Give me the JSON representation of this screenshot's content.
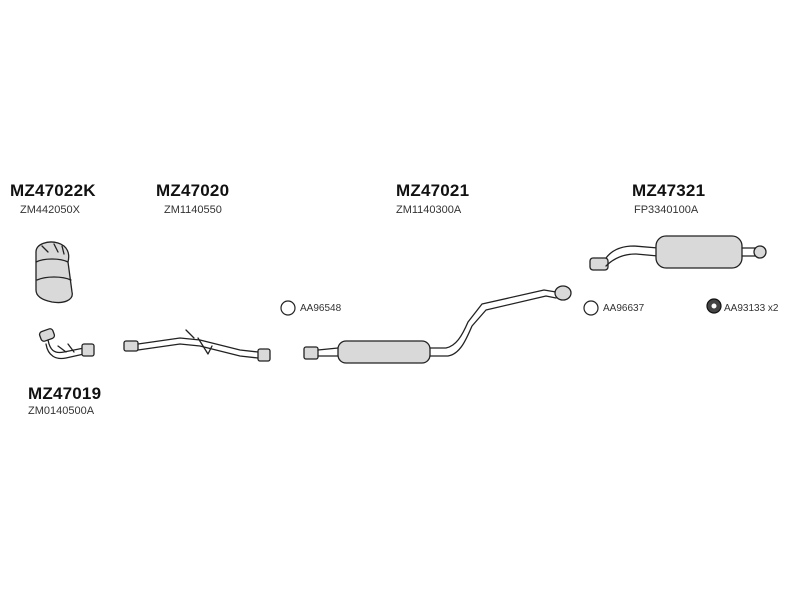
{
  "parts": {
    "catalyst": {
      "code": "MZ47022K",
      "ref": "ZM442050X"
    },
    "front_pipe": {
      "code": "MZ47019",
      "ref": "ZM0140500A"
    },
    "middle_pipe": {
      "code": "MZ47020",
      "ref": "ZM1140550"
    },
    "center_silencer": {
      "code": "MZ47021",
      "ref": "ZM1140300A"
    },
    "rear_silencer": {
      "code": "MZ47321",
      "ref": "FP3340100A"
    }
  },
  "accessories": {
    "gasket_1": {
      "label": "AA96548"
    },
    "gasket_2": {
      "label": "AA96637"
    },
    "mounting": {
      "label": "AA93133 x2"
    }
  }
}
